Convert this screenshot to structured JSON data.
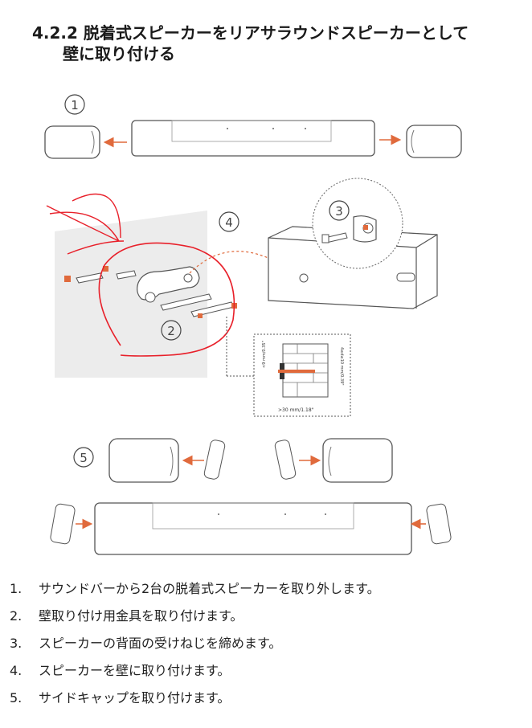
{
  "heading": {
    "line1": "4.2.2 脱着式スピーカーをリアサラウンドスピーカーとして",
    "line2": "壁に取り付ける"
  },
  "callouts": [
    "1",
    "2",
    "3",
    "4",
    "5"
  ],
  "dimensions": {
    "height_left": "<9 mm/0.35\"",
    "height_right": "4≤d≤10 mm/0.39\"",
    "depth": ">30 mm/1.18\""
  },
  "steps": [
    {
      "num": "1.",
      "text": "サウンドバーから2台の脱着式スピーカーを取り外します。"
    },
    {
      "num": "2.",
      "text": "壁取り付け用金具を取り付けます。"
    },
    {
      "num": "3.",
      "text": "スピーカーの背面の受けねじを締めます。"
    },
    {
      "num": "4.",
      "text": "スピーカーを壁に取り付けます。"
    },
    {
      "num": "5.",
      "text": "サイドキャップを取り付けます。"
    }
  ],
  "colors": {
    "arrow": "#e06a3c",
    "annotation": "#e8202a",
    "line": "#555555"
  }
}
